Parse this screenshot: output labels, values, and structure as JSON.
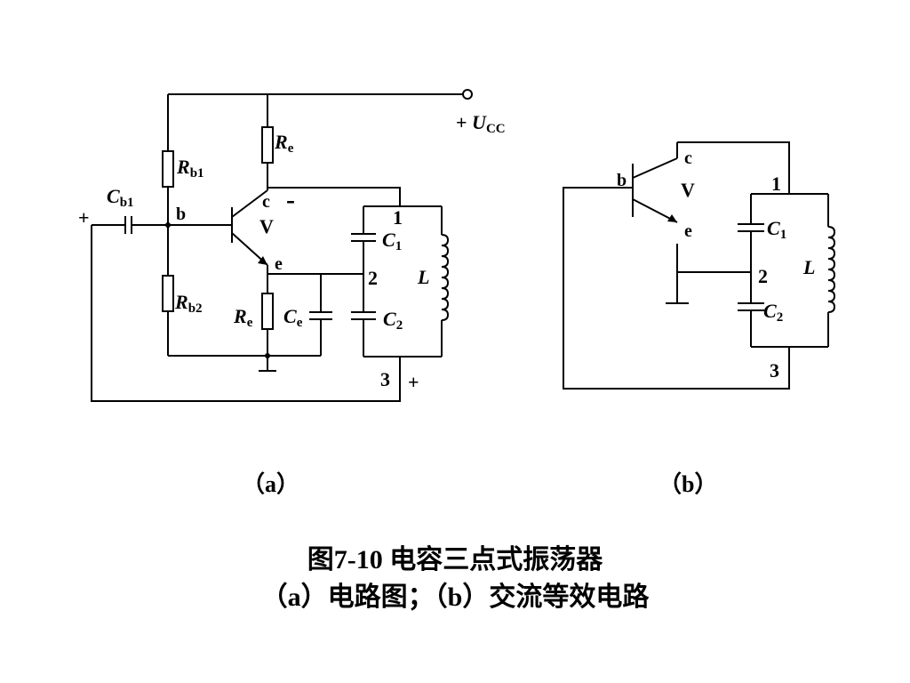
{
  "figure": {
    "caption_line1": "图7-10  电容三点式振荡器",
    "caption_line2": "（a）电路图；（b）交流等效电路"
  },
  "circuit_a": {
    "tag": "（a）",
    "ucc_plus": "+",
    "ucc_letter": "U",
    "ucc_sub": "CC",
    "cb1_letter": "C",
    "cb1_sub": "b1",
    "rb1_letter": "R",
    "rb1_sub": "b1",
    "rb2_letter": "R",
    "rb2_sub": "b2",
    "rc_top_letter": "R",
    "rc_top_sub": "e",
    "re_letter": "R",
    "re_sub": "e",
    "ce_letter": "C",
    "ce_sub": "e",
    "c1_letter": "C",
    "c1_sub": "1",
    "c2_letter": "C",
    "c2_sub": "2",
    "l_letter": "L",
    "transistor": "V",
    "pin_b": "b",
    "pin_c": "c",
    "pin_e": "e",
    "minus": "-",
    "input_plus": "+",
    "bottom_plus": "+",
    "node1": "1",
    "node2": "2",
    "node3": "3"
  },
  "circuit_b": {
    "tag": "（b）",
    "transistor": "V",
    "pin_b": "b",
    "pin_c": "c",
    "pin_e": "e",
    "c1_letter": "C",
    "c1_sub": "1",
    "c2_letter": "C",
    "c2_sub": "2",
    "l_letter": "L",
    "node1": "1",
    "node2": "2",
    "node3": "3"
  }
}
